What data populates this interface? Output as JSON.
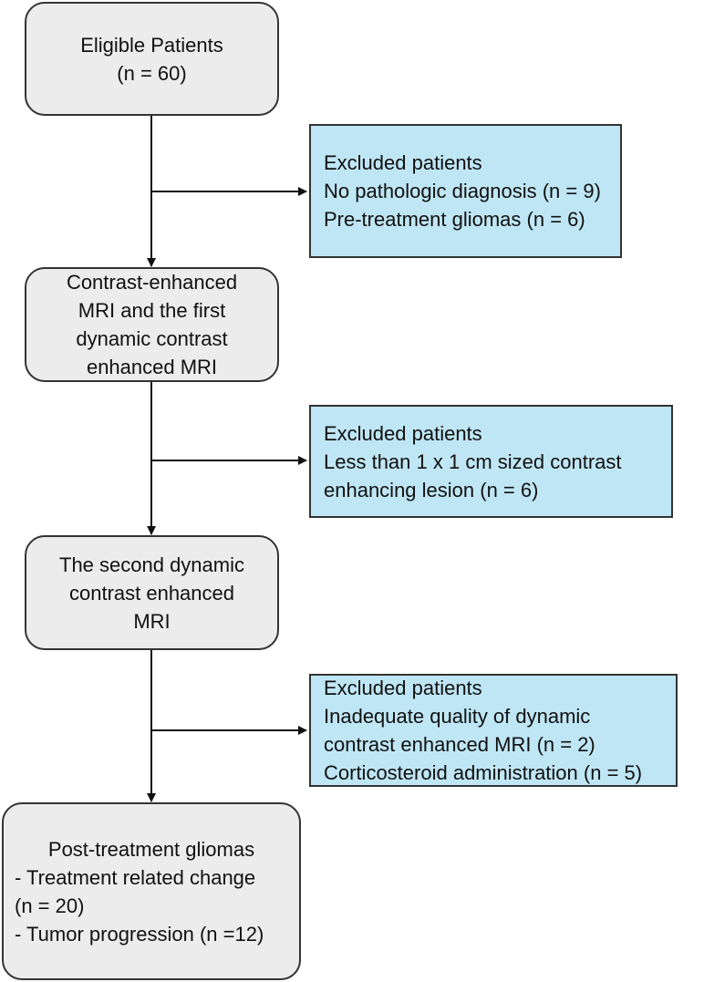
{
  "flowchart": {
    "steps": [
      {
        "lines": [
          "Eligible Patients",
          "(n = 60)"
        ]
      },
      {
        "lines": [
          "Contrast-enhanced",
          "MRI and the first",
          "dynamic contrast",
          "enhanced MRI"
        ]
      },
      {
        "lines": [
          "The second dynamic",
          "contrast enhanced",
          "MRI"
        ]
      },
      {
        "title": "Post-treatment gliomas",
        "lines": [
          "- Treatment related change",
          "(n = 20)",
          "- Tumor progression (n =12)"
        ]
      }
    ],
    "exclusions": [
      {
        "lines": [
          "Excluded patients",
          "No pathologic diagnosis (n = 9)",
          "Pre-treatment gliomas (n = 6)"
        ]
      },
      {
        "lines": [
          "Excluded patients",
          "Less than 1 x 1 cm sized contrast",
          "enhancing lesion (n  = 6)"
        ]
      },
      {
        "lines": [
          "Excluded patients",
          "Inadequate quality of dynamic",
          "contrast enhanced MRI (n = 2)",
          "Corticosteroid administration (n = 5)"
        ]
      }
    ]
  }
}
